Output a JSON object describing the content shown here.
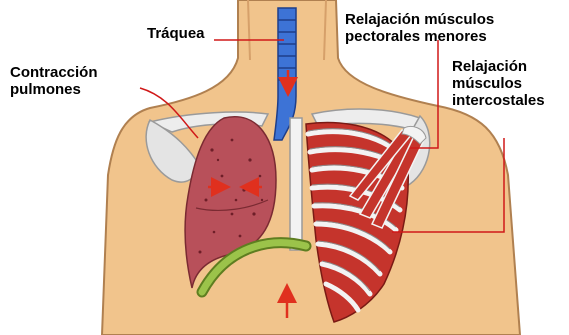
{
  "labels": {
    "traquea": "Tráquea",
    "pulmones": [
      "Contracción",
      "pulmones"
    ],
    "pectorales": [
      "Relajación músculos",
      "pectorales menores"
    ],
    "intercostales": [
      "Relajación",
      "músculos",
      "intercostales"
    ]
  },
  "colors": {
    "skin": "#F1C48C",
    "skin_outline": "#B08050",
    "lung": "#B8505A",
    "trachea": "#3D73D6",
    "muscle": "#C5342C",
    "rib": "#F3F3F3",
    "diaphragm": "#9BC34A",
    "arrow": "#E0301E",
    "leader_line": "#D01818"
  }
}
